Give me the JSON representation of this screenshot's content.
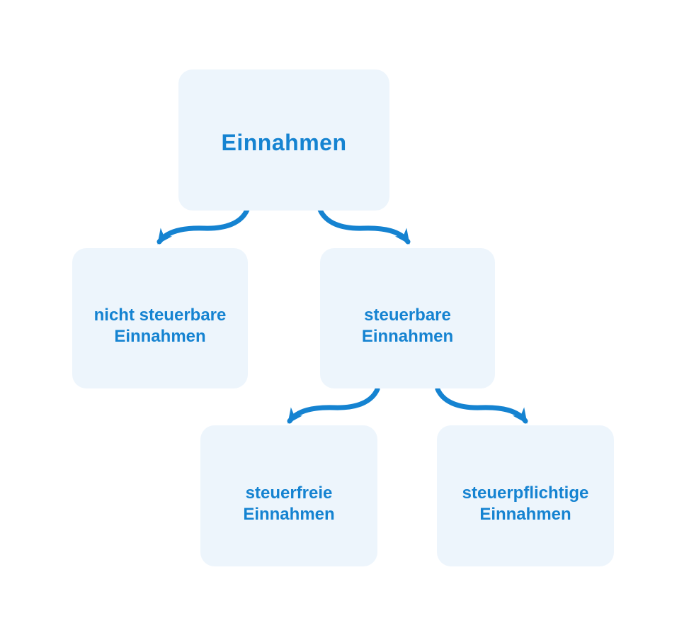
{
  "colors": {
    "accent": "#1583d1",
    "node_fill": "#edf5fc",
    "background": "#ffffff"
  },
  "diagram": {
    "type": "tree",
    "language": "de",
    "nodes": {
      "root": {
        "label": "Einnahmen"
      },
      "left": {
        "label": "nicht steuerbare\nEinnahmen"
      },
      "right": {
        "label": "steuerbare\nEinnahmen"
      },
      "bottom_left": {
        "label": "steuerfreie\nEinnahmen"
      },
      "bottom_right": {
        "label": "steuerpflichtige\nEinnahmen"
      }
    },
    "edges": [
      {
        "from": "root",
        "to": "left"
      },
      {
        "from": "root",
        "to": "right"
      },
      {
        "from": "right",
        "to": "bottom_left"
      },
      {
        "from": "right",
        "to": "bottom_right"
      }
    ]
  }
}
